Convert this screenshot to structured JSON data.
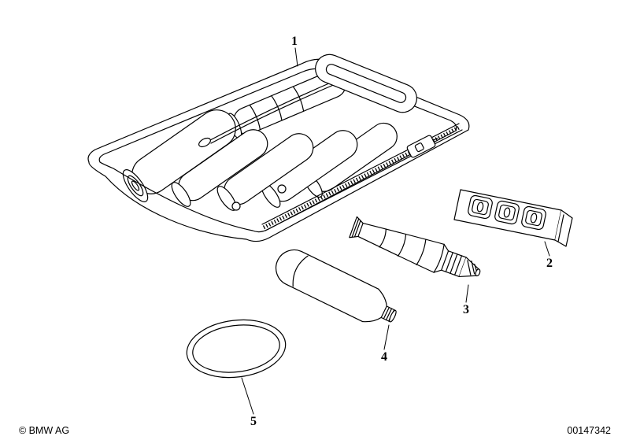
{
  "colors": {
    "background": "#ffffff",
    "line": "#000000"
  },
  "callouts": {
    "c1": "1",
    "c2": "2",
    "c3": "3",
    "c4": "4",
    "c5": "5"
  },
  "footer": {
    "copyright": "© BMW AG",
    "drawing_number": "00147342"
  }
}
